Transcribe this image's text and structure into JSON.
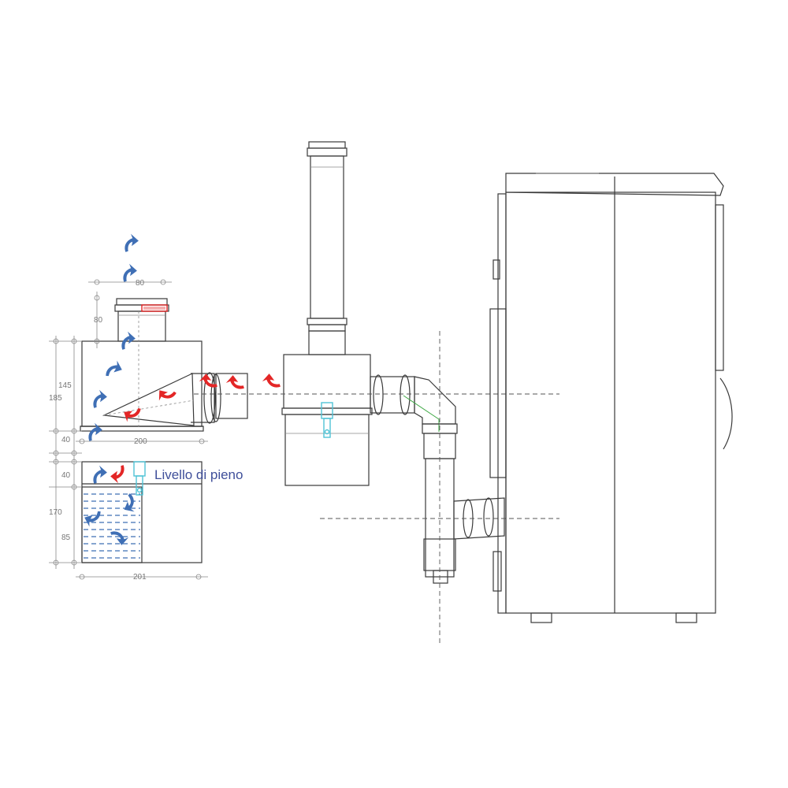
{
  "colors": {
    "smoke_arrow": "#e32626",
    "air_arrow": "#3f6fb5",
    "water_line": "#3f6fb5",
    "level_indicator": "#4fc3d6",
    "seal_band": "#e32626",
    "axis_guide": "#3da843",
    "label_text": "#3f4f9a"
  },
  "labels": {
    "fill_level": "Livello di pieno"
  },
  "dimensions": {
    "outlet_width": "80",
    "outlet_height": "80",
    "upper_inner_height": "145",
    "upper_total_height": "185",
    "gap_upper": "40",
    "gap_lower": "40",
    "upper_width": "200",
    "lower_total_height": "170",
    "water_height": "85",
    "lower_width": "201"
  },
  "icons": {
    "smoke_arrow": "curved-arrow-red-icon",
    "air_arrow": "curved-arrow-blue-icon",
    "level_gauge": "level-gauge-icon"
  }
}
